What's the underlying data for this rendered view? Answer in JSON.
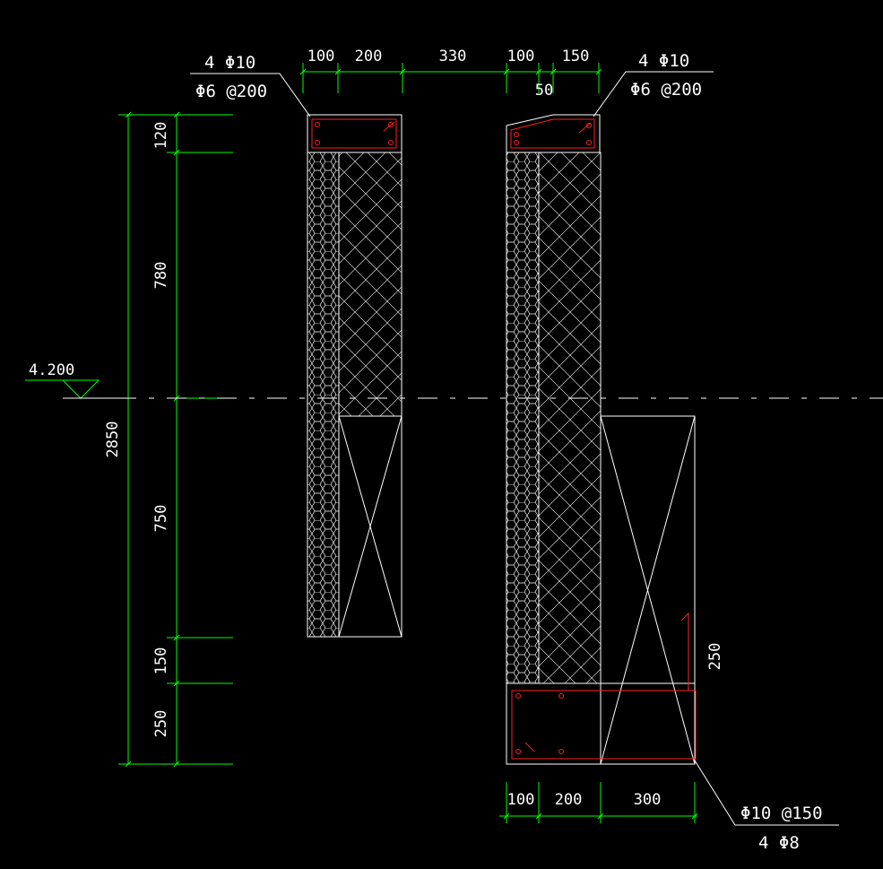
{
  "colors": {
    "background": "#000000",
    "dimension": "#00ff00",
    "outline": "#ffffff",
    "rebar": "#ff2020"
  },
  "top_dims_left": [
    "100",
    "200",
    "330",
    "100",
    "150"
  ],
  "top_dim_small": "50",
  "left_section": {
    "bars": "4 Φ10",
    "stirrups": "Φ6 @200"
  },
  "right_section": {
    "bars": "4 Φ10",
    "stirrups": "Φ6 @200"
  },
  "vertical_dims": [
    "120",
    "780",
    "750",
    "150",
    "250"
  ],
  "total_height": "2850",
  "elevation": "4.200",
  "footing_height": "250",
  "bottom_dims": [
    "100",
    "200",
    "300"
  ],
  "footing": {
    "stirrups": "Φ10 @150",
    "bars": "4 Φ8"
  }
}
